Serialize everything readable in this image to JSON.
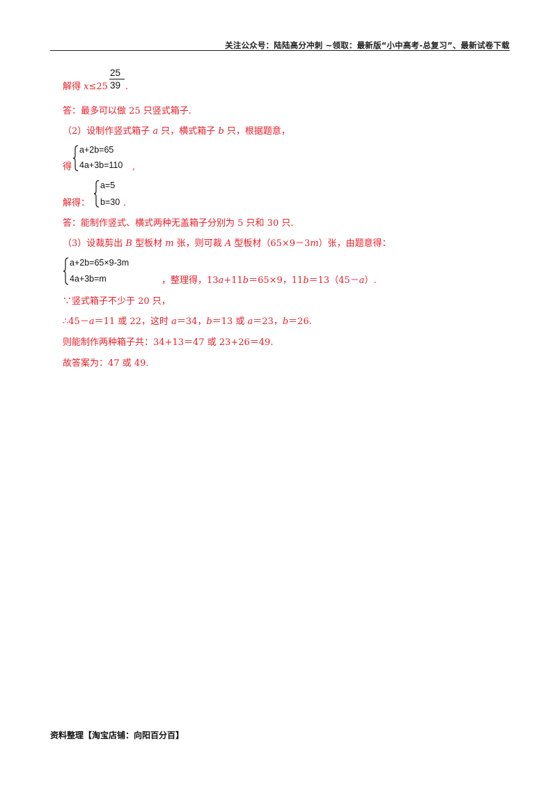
{
  "header": {
    "text": "关注公众号：陆陆高分冲刺  ~领取：最新版“小中高考-总复习”、最新试卷下载"
  },
  "solution": {
    "l1_prefix": "解得 ",
    "l1_var": "x",
    "l1_rel": "≤25",
    "l1_num": "25",
    "l1_den": "39",
    "l1_end": ".",
    "l2": "答：最多可以做 25 只竖式箱子.",
    "l3_a": "（2）设制作竖式箱子 ",
    "l3_v1": "a",
    "l3_b": " 只，横式箱子 ",
    "l3_v2": "b",
    "l3_c": " 只，根据题意，",
    "l4_label": "得",
    "sys1_eq1": "a+2b=65",
    "sys1_eq2": "4a+3b=110",
    "l4_end": ",",
    "l5_label": "解得：",
    "sys2_eq1": "a=5",
    "sys2_eq2": "b=30",
    "l5_end": ".",
    "l6": "答：能制作竖式、横式两种无盖箱子分别为 5 只和 30 只.",
    "l7_a": "（3）设裁剪出 ",
    "l7_v1": "B",
    "l7_b": " 型板材 ",
    "l7_v2": "m",
    "l7_c": " 张，则可裁 ",
    "l7_v3": "A",
    "l7_d": " 型板材（65×9－3",
    "l7_v4": "m",
    "l7_e": "）张，由题意得：",
    "sys3_eq1": "a+2b=65×9-3m",
    "sys3_eq2": "4a+3b=m",
    "l8_a": "，整理得，13",
    "l8_v1": "a",
    "l8_b": "+11",
    "l8_v2": "b",
    "l8_c": "＝65×9，11",
    "l8_v3": "b",
    "l8_d": "＝13（45－",
    "l8_v4": "a",
    "l8_e": "）.",
    "l9": "∵竖式箱子不少于 20 只，",
    "l10_a": "∴45－",
    "l10_v1": "a",
    "l10_b": "＝11 或 22，这时 ",
    "l10_v2": "a",
    "l10_c": "＝34，",
    "l10_v3": "b",
    "l10_d": "＝13 或 ",
    "l10_v4": "a",
    "l10_e": "＝23，",
    "l10_v5": "b",
    "l10_f": "＝26.",
    "l11": "则能制作两种箱子共：34+13＝47 或 23+26＝49.",
    "l12": "故答案为：47 或 49."
  },
  "footer": {
    "text": "资料整理【淘宝店铺：向阳百分百】"
  }
}
